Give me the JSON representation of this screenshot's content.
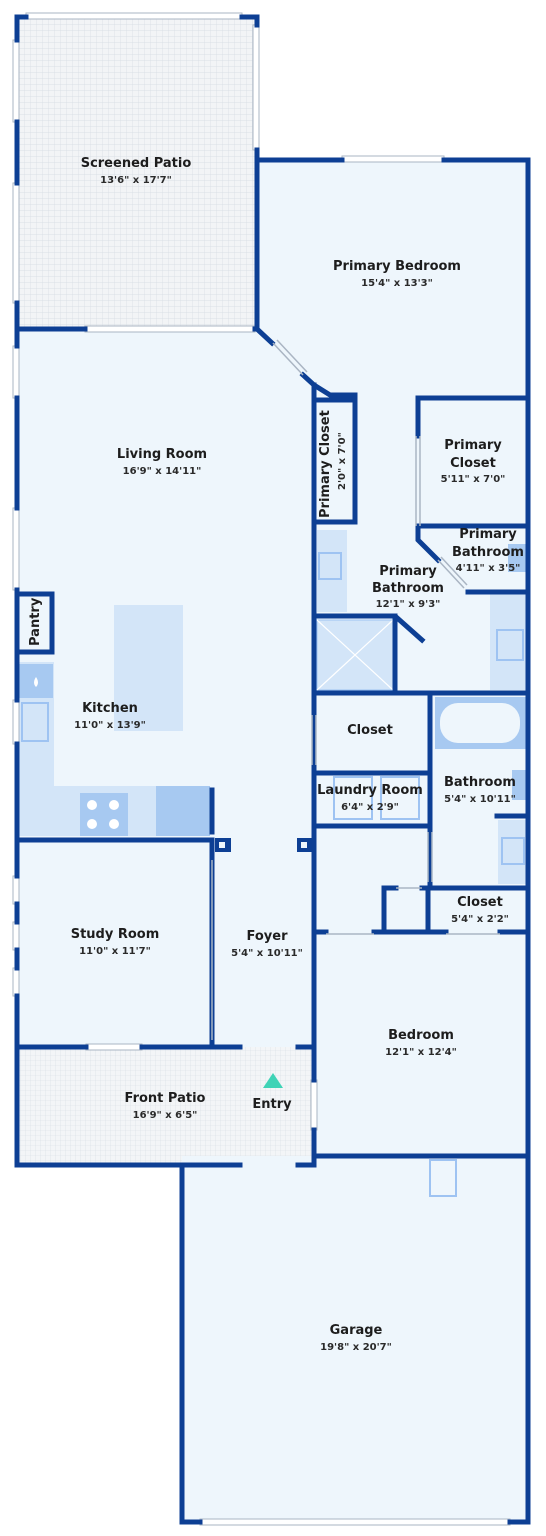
{
  "rooms": {
    "screened_patio": {
      "name": "Screened Patio",
      "dim": "13'6\" x 17'7\""
    },
    "primary_bedroom": {
      "name": "Primary Bedroom",
      "dim": "15'4\" x 13'3\""
    },
    "living_room": {
      "name": "Living Room",
      "dim": "16'9\" x 14'11\""
    },
    "primary_closet_a": {
      "name": "Primary Closet",
      "dim": "2'0\" x 7'0\""
    },
    "primary_closet_b": {
      "name_l1": "Primary",
      "name_l2": "Closet",
      "dim": "5'11\" x 7'0\""
    },
    "primary_bathroom_a": {
      "name_l1": "Primary",
      "name_l2": "Bathroom",
      "dim": "4'11\" x 3'5\""
    },
    "primary_bathroom_b": {
      "name_l1": "Primary",
      "name_l2": "Bathroom",
      "dim": "12'1\" x 9'3\""
    },
    "pantry": {
      "name": "Pantry"
    },
    "kitchen": {
      "name": "Kitchen",
      "dim": "11'0\" x 13'9\""
    },
    "closet_a": {
      "name": "Closet"
    },
    "laundry": {
      "name": "Laundry Room",
      "dim": "6'4\" x 2'9\""
    },
    "bathroom": {
      "name": "Bathroom",
      "dim": "5'4\" x 10'11\""
    },
    "closet_b": {
      "name": "Closet",
      "dim": "5'4\" x 2'2\""
    },
    "study": {
      "name": "Study Room",
      "dim": "11'0\" x 11'7\""
    },
    "foyer": {
      "name": "Foyer",
      "dim": "5'4\" x 10'11\""
    },
    "bedroom": {
      "name": "Bedroom",
      "dim": "12'1\" x 12'4\""
    },
    "front_patio": {
      "name": "Front Patio",
      "dim": "16'9\" x 6'5\""
    },
    "entry": {
      "name": "Entry"
    },
    "garage": {
      "name": "Garage",
      "dim": "19'8\" x 20'7\""
    }
  },
  "colors": {
    "wall": "#0d3f94",
    "floor": "#eef6fc",
    "fixture": "#9ec3f2",
    "entry_marker": "#3fd3b6"
  }
}
